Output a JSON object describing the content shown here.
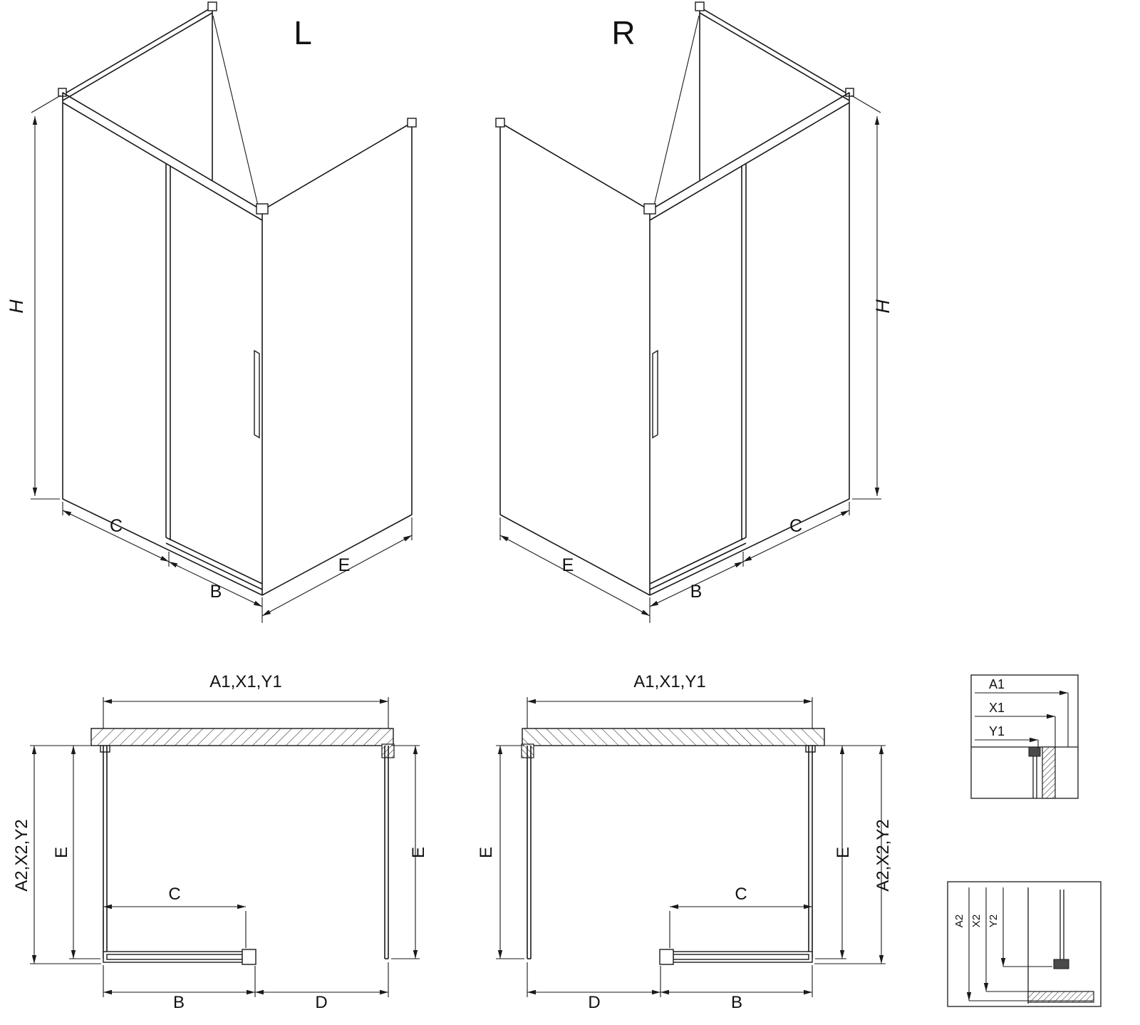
{
  "drawing": {
    "colors": {
      "line": "#1a1a1a",
      "background": "#ffffff"
    },
    "views": {
      "iso_left": {
        "title": "L"
      },
      "iso_right": {
        "title": "R"
      }
    },
    "iso_dims": {
      "height": "H",
      "fixed_width": "C",
      "door_width": "B",
      "side_width": "E"
    },
    "plan_dims": {
      "width_top": "A1,X1,Y1",
      "depth_outer": "A2,X2,Y2",
      "depth_side": "E",
      "door_clear": "C",
      "door_segment": "B",
      "entry_segment": "D"
    },
    "detail_width": {
      "labels": [
        "A1",
        "X1",
        "Y1"
      ]
    },
    "detail_depth": {
      "labels": [
        "A2",
        "X2",
        "Y2"
      ]
    }
  }
}
